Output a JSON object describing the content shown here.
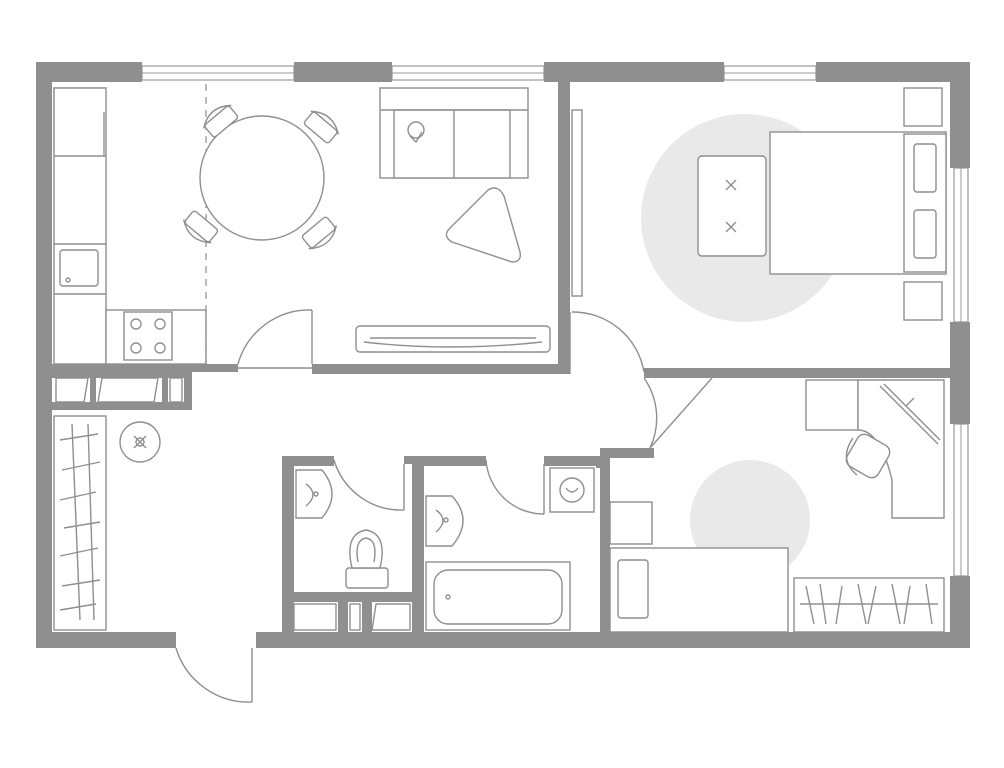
{
  "plan": {
    "rooms": [
      "kitchen-living",
      "bedroom",
      "children-room",
      "hallway",
      "toilet",
      "bathroom",
      "storage"
    ],
    "colors": {
      "wall": "#8f8f8f",
      "line": "#8f8f8f",
      "rug": "#e9e9e9",
      "background": "#ffffff"
    },
    "icons": [
      "dining-chair-icon",
      "sofa-icon",
      "bed-icon",
      "desk-icon",
      "toilet-icon",
      "sink-icon",
      "bathtub-icon",
      "washing-machine-icon",
      "stove-icon",
      "ceiling-lamp-icon",
      "wardrobe-icon"
    ]
  }
}
